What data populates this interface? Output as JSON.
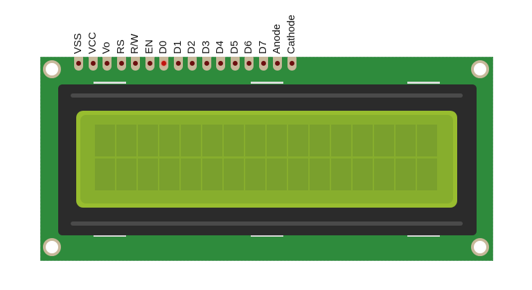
{
  "pins": [
    "VSS",
    "VCC",
    "Vo",
    "RS",
    "R/W",
    "EN",
    "D0",
    "D1",
    "D2",
    "D3",
    "D4",
    "D5",
    "D6",
    "D7",
    "Anode",
    "Cathode"
  ],
  "highlighted_pin": "D0",
  "display": {
    "columns": 16,
    "rows": 2
  },
  "colors": {
    "pcb": "#2e8b3c",
    "bezel": "#2b2b2b",
    "screen": "#98bd2f",
    "pin_pad": "#c7b89a",
    "pin_hole": "#6b0f0f"
  }
}
